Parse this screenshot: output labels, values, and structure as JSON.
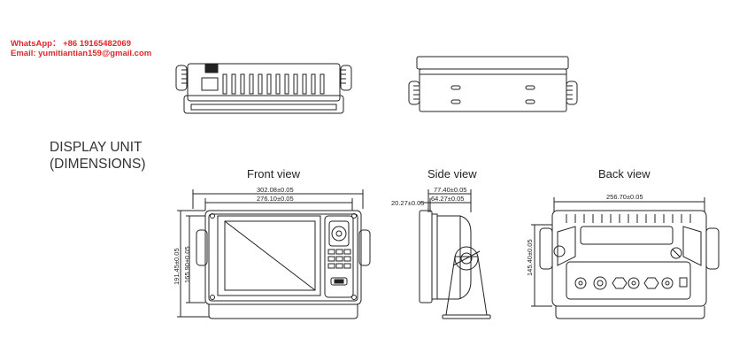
{
  "contact": {
    "whatsapp": "WhatsApp： +86 19165482069",
    "email": "Email: yumitiantian159@gmail.com"
  },
  "title": {
    "line1": "DISPLAY UNIT",
    "line2": "(DIMENSIONS)"
  },
  "views": {
    "front": "Front view",
    "side": "Side view",
    "back": "Back view"
  },
  "dimensions": {
    "front_width_outer": "302.08±0.05",
    "front_width_inner": "276.10±0.05",
    "front_height_outer": "191.45±0.05",
    "front_height_inner": "165.90±0.05",
    "side_depth_outer": "77.40±0.05",
    "side_depth_inner": "64.27±0.05",
    "side_bezel": "20.27±0.05",
    "back_width": "256.70±0.05",
    "back_height": "145.40±0.05"
  }
}
